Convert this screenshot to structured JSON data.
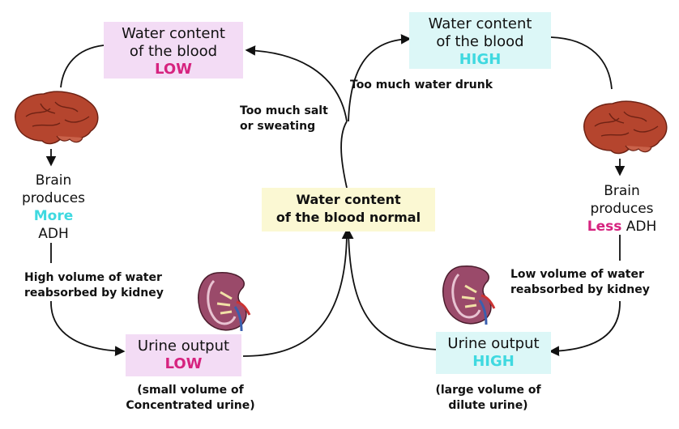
{
  "top_left": {
    "line1": "Water content",
    "line2": "of the blood",
    "level": "LOW"
  },
  "top_right": {
    "line1": "Water content",
    "line2": "of the blood",
    "level": "HIGH"
  },
  "center": {
    "line1": "Water content",
    "line2": "of the blood normal"
  },
  "bottom_left": {
    "line1": "Urine output",
    "level": "LOW"
  },
  "bottom_right": {
    "line1": "Urine output",
    "level": "HIGH"
  },
  "left_brain": {
    "line1": "Brain",
    "line2": "produces",
    "amount": "More",
    "hormone": "ADH"
  },
  "right_brain": {
    "line1": "Brain",
    "line2": "produces",
    "amount": "Less",
    "hormone": "ADH"
  },
  "labels": {
    "salt_line1": "Too much salt",
    "salt_line2": "or sweating",
    "water_drunk": "Too much water drunk",
    "high_reabs_line1": "High volume of water",
    "high_reabs_line2": "reabsorbed by kidney",
    "low_reabs_line1": "Low volume of water",
    "low_reabs_line2": "reabsorbed by kidney",
    "small_vol_line1": "(small volume of",
    "small_vol_line2": "Concentrated urine)",
    "large_vol_line1": "(large volume of",
    "large_vol_line2": "dilute urine)"
  },
  "colors": {
    "pink_box": "#f3dcf5",
    "cyan_box": "#dcf7f7",
    "yellow_box": "#fbf8d3",
    "pink_text": "#d6237f",
    "cyan_text": "#3fd9e0"
  },
  "icons": [
    "brain-icon",
    "brain-icon",
    "kidney-icon",
    "kidney-icon"
  ]
}
